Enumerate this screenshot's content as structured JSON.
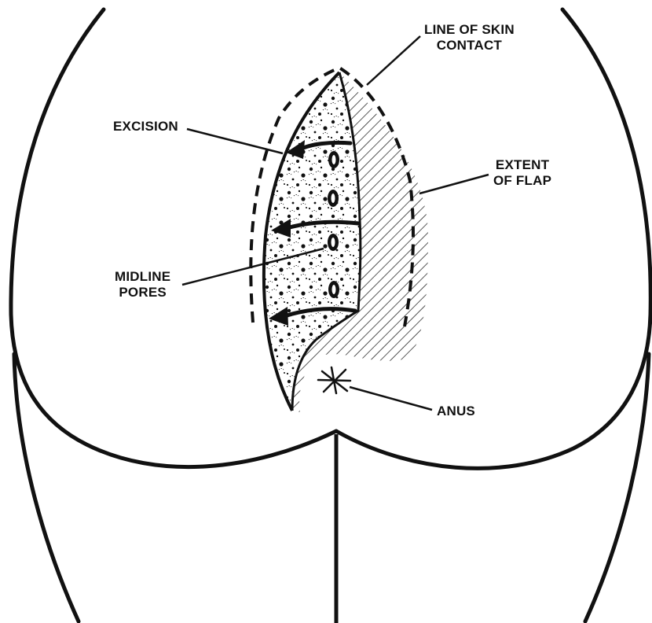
{
  "labels": {
    "line_of_skin_contact": [
      "LINE OF SKIN",
      "CONTACT"
    ],
    "excision": [
      "EXCISION"
    ],
    "extent_of_flap": [
      "EXTENT",
      "OF FLAP"
    ],
    "midline_pores": [
      "MIDLINE",
      "PORES"
    ],
    "anus": [
      "ANUS"
    ]
  },
  "colors": {
    "ink": "#111111",
    "background": "#ffffff"
  }
}
